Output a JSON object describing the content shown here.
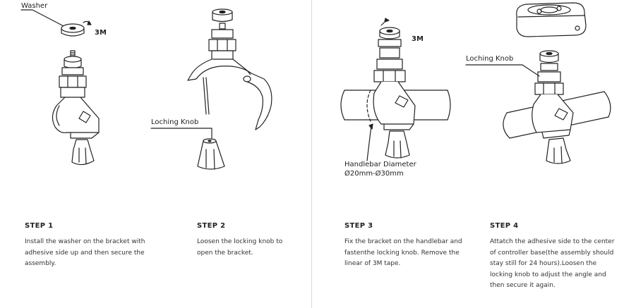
{
  "labels": {
    "washer": "Washer",
    "tape_3m_a": "3M",
    "tape_3m_b": "3M",
    "locking_knob_a": "Loching Knob",
    "locking_knob_b": "Loching Knob",
    "handlebar_line1": "Handlebar Diameter",
    "handlebar_line2": "Ø20mm-Ø30mm"
  },
  "steps": [
    {
      "title": "STEP 1",
      "text": "Install the washer on the bracket with adhesive side up and then secure the assembly."
    },
    {
      "title": "STEP 2",
      "text": "Loosen the locking knob to open the bracket."
    },
    {
      "title": "STEP 3",
      "text": "Fix the bracket on the handlebar and fastenthe locking knob. Remove the linear of 3M tape."
    },
    {
      "title": "STEP 4",
      "text": "Attatch the adhesive side to the center of controller base(the assembly should stay still for 24 hours).Loosen the locking knob to adjust the angle and then secure it again."
    }
  ]
}
